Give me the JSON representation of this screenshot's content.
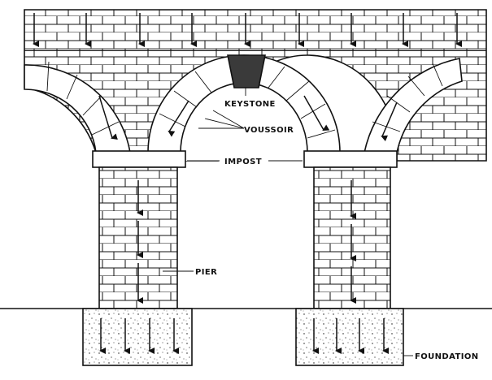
{
  "labels": {
    "keystone": "KEYSTONE",
    "voussoir": "VOUSSOIR",
    "impost": "IMPOST",
    "pier": "PIER",
    "foundation": "FOUNDATION"
  },
  "colors": {
    "ink": "#111111",
    "keystone_fill": "#3a3a3a",
    "background": "#ffffff"
  }
}
